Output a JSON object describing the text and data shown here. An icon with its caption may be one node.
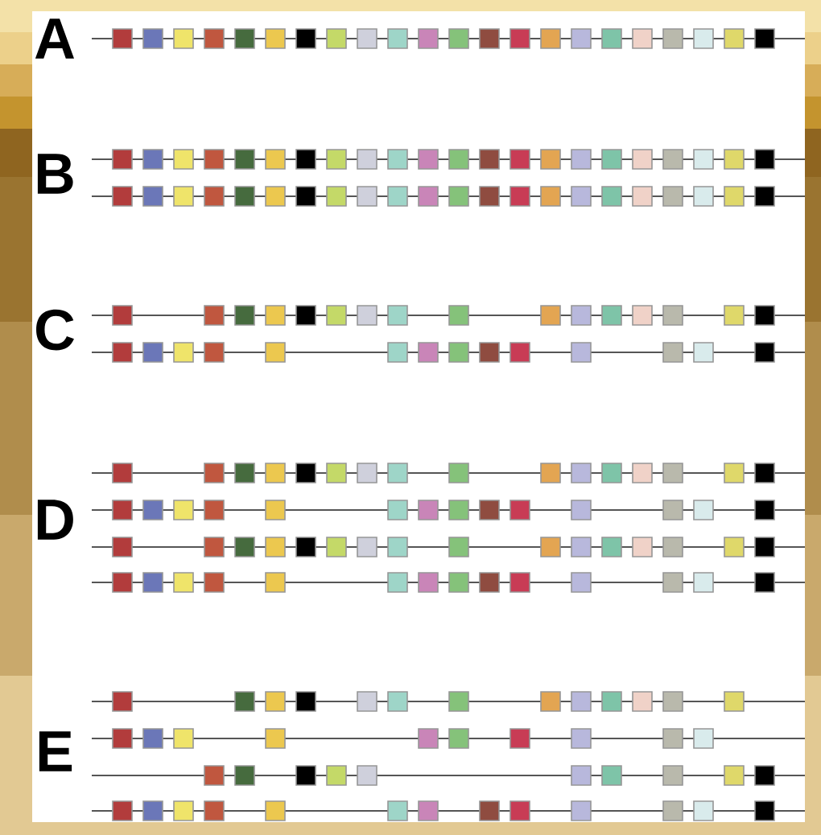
{
  "diagram": {
    "labels": [
      "A",
      "B",
      "C",
      "D",
      "E"
    ]
  }
}
